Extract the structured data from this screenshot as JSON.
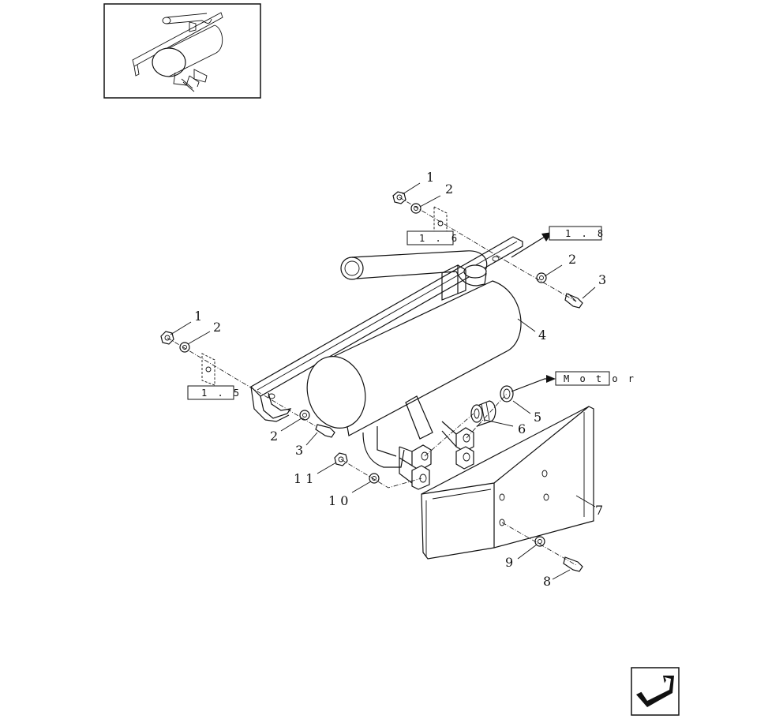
{
  "diagram": {
    "part_numbers": {
      "p1_top": "1",
      "p2_top": "2",
      "p2_right": "2",
      "p3_right": "3",
      "p4": "4",
      "p1_left": "1",
      "p2_left": "2",
      "p2_lower": "2",
      "p3_lower": "3",
      "p5": "5",
      "p6": "6",
      "p7": "7",
      "p8": "8",
      "p9": "9",
      "p10": "1 0",
      "p11": "1 1"
    },
    "references": {
      "ref_1_6": "1 . 6",
      "ref_1_8": "1 . 8",
      "ref_1_5": "1 . 5",
      "ref_motor": "M o t o r"
    }
  }
}
